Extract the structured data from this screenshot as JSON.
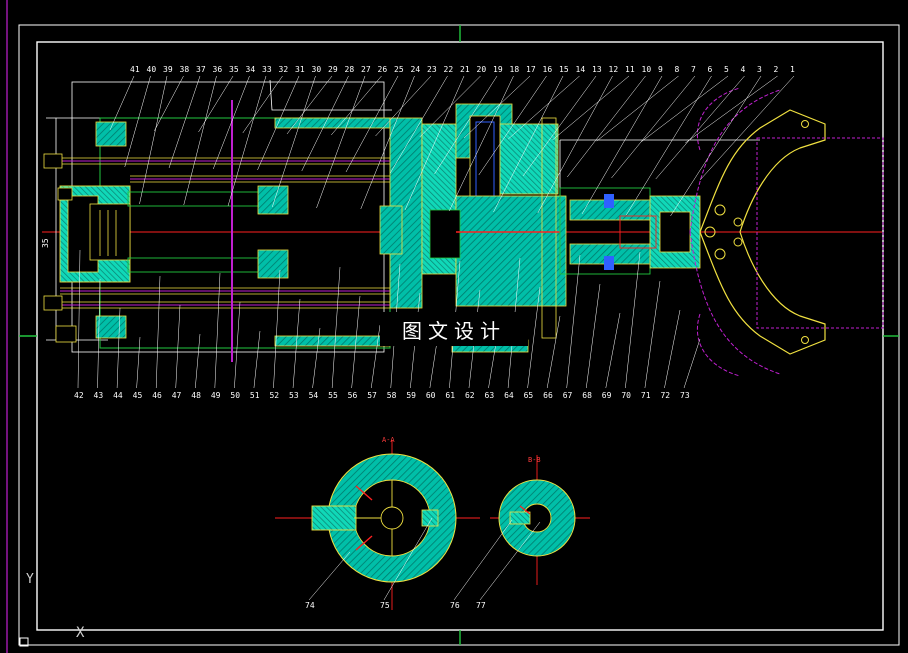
{
  "watermark": "图文设计",
  "top_callouts": [
    "41",
    "40",
    "39",
    "38",
    "37",
    "36",
    "35",
    "34",
    "33",
    "32",
    "31",
    "30",
    "29",
    "28",
    "27",
    "26",
    "25",
    "24",
    "23",
    "22",
    "21",
    "20",
    "19",
    "18",
    "17",
    "16",
    "15",
    "14",
    "13",
    "12",
    "11",
    "10",
    "9",
    "8",
    "7",
    "6",
    "5",
    "4",
    "3",
    "2",
    "1"
  ],
  "bottom_callouts": [
    "42",
    "43",
    "44",
    "45",
    "46",
    "47",
    "48",
    "49",
    "50",
    "51",
    "52",
    "53",
    "54",
    "55",
    "56",
    "57",
    "58",
    "59",
    "60",
    "61",
    "62",
    "63",
    "64",
    "65",
    "66",
    "67",
    "68",
    "69",
    "70",
    "71",
    "72",
    "73"
  ],
  "section_callouts": [
    "74",
    "75",
    "76",
    "77"
  ],
  "section_a_label": "A-A",
  "section_b_label": "B-B",
  "side_dimension": "35",
  "ucs": {
    "y": "Y",
    "x": "X"
  },
  "colors": {
    "frame": "#ffffff",
    "cyan": "#00e5d0",
    "green": "#22c840",
    "yellow": "#f0e040",
    "magenta": "#c020d0",
    "red": "#ff2020",
    "blue": "#3060ff"
  }
}
